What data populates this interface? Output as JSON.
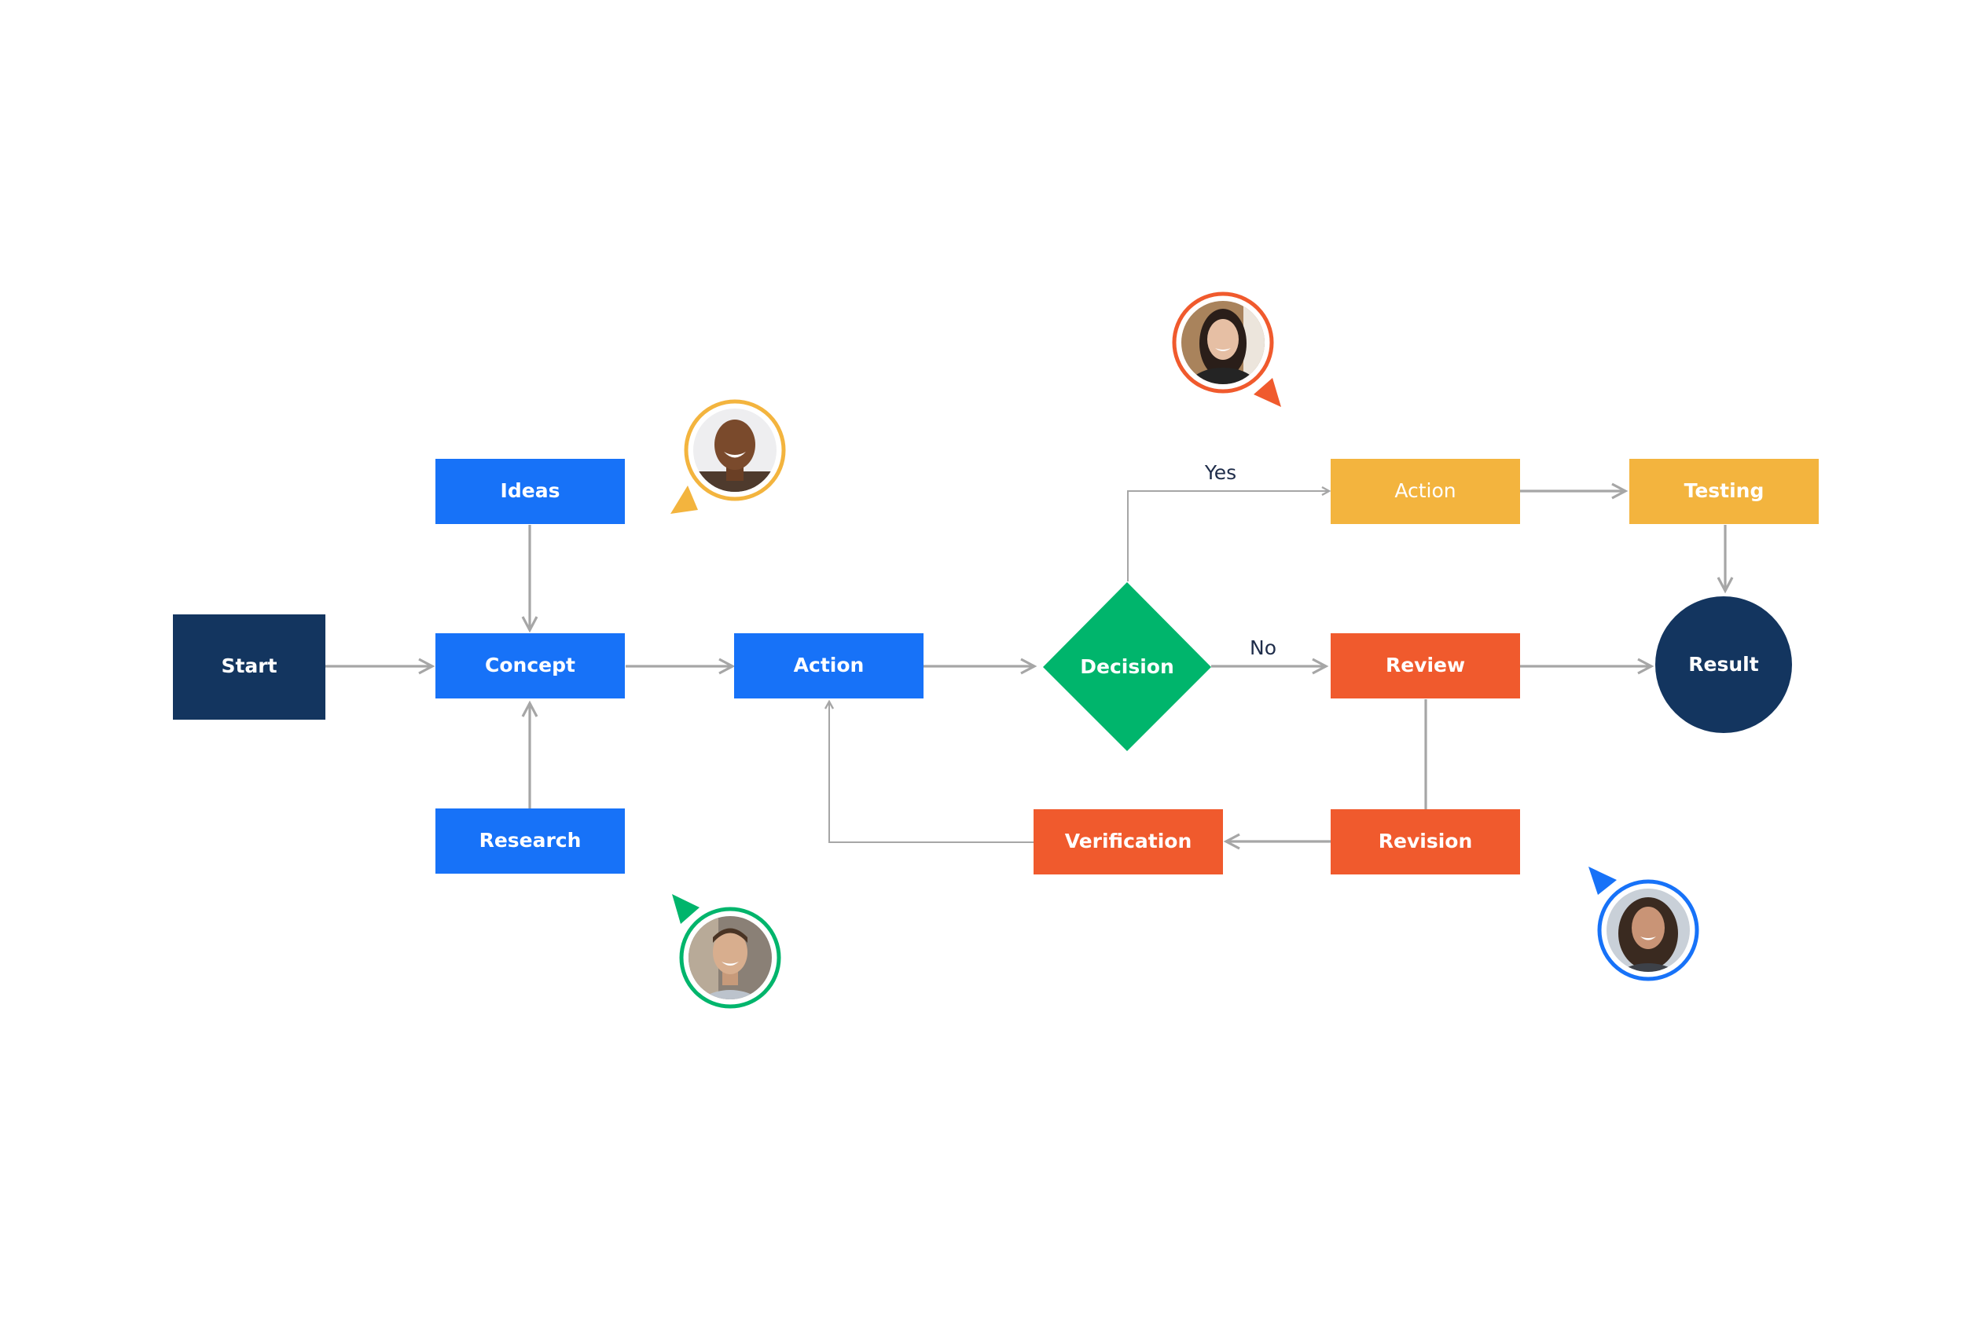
{
  "colors": {
    "navy": "#13355f",
    "blue": "#1772f8",
    "green": "#00b56c",
    "yellow": "#f3b43e",
    "orange": "#f05a2d",
    "connector": "#a6a6a6"
  },
  "nodes": {
    "start": "Start",
    "ideas": "Ideas",
    "concept": "Concept",
    "research": "Research",
    "action_main": "Action",
    "decision": "Decision",
    "action_yes": "Action",
    "testing": "Testing",
    "review": "Review",
    "result": "Result",
    "revision": "Revision",
    "verification": "Verification"
  },
  "edge_labels": {
    "yes": "Yes",
    "no": "No"
  },
  "collaborators": [
    {
      "name": "collaborator-yellow",
      "ring": "#f3b43e",
      "cursor": "cursor-arrow-icon"
    },
    {
      "name": "collaborator-green",
      "ring": "#00b56c",
      "cursor": "cursor-arrow-icon"
    },
    {
      "name": "collaborator-orange",
      "ring": "#f05a2d",
      "cursor": "cursor-arrow-icon"
    },
    {
      "name": "collaborator-blue",
      "ring": "#1772f8",
      "cursor": "cursor-arrow-icon"
    }
  ]
}
